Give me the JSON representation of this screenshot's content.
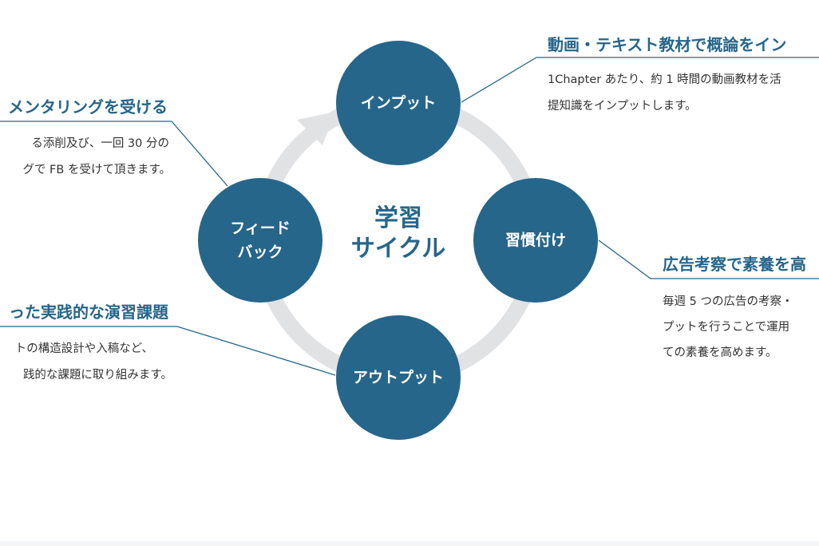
{
  "center": {
    "line1": "学習",
    "line2": "サイクル"
  },
  "nodes": {
    "input": "インプット",
    "habit": "習慣付け",
    "output": "アウトプット",
    "feedback_line1": "フィード",
    "feedback_line2": "バック"
  },
  "callouts": {
    "input": {
      "title": "動画・テキスト教材で概論をイン",
      "body1": "1Chapter あたり、約 1 時間の動画教材を活",
      "body2": "提知識をインプットします。"
    },
    "habit": {
      "title": "広告考察で素養を高",
      "body1": "毎週 5 つの広告の考察・",
      "body2": "プットを行うことで運用",
      "body3": "ての素養を高めます。"
    },
    "feedback": {
      "title": "メンタリングを受ける",
      "body1": "る添削及び、一回 30 分の",
      "body2": "グで FB を受けて頂きます。"
    },
    "output": {
      "title": "った実践的な演習課題",
      "body1": "トの構造設計や入稿など、",
      "body2": "践的な課題に取り組みます。"
    }
  },
  "colors": {
    "primary": "#26668a",
    "ring": "#e1e2e4",
    "text": "#333333"
  }
}
